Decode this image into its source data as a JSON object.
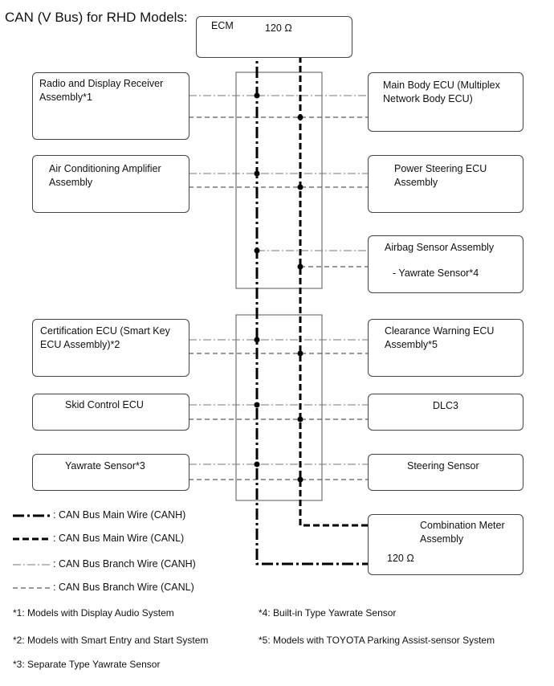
{
  "title": "CAN (V Bus) for RHD Models:",
  "ecm": {
    "label": "ECM",
    "resistor": "120 Ω"
  },
  "left_units": [
    {
      "line1": "Radio and Display Receiver",
      "line2": "Assembly*1"
    },
    {
      "line1": "Air Conditioning Amplifier",
      "line2": "Assembly"
    },
    {
      "line1": "Certification ECU (Smart Key",
      "line2": "ECU Assembly)*2"
    },
    {
      "line1": "Skid Control ECU",
      "line2": ""
    },
    {
      "line1": "Yawrate Sensor*3",
      "line2": ""
    }
  ],
  "right_units": [
    {
      "line1": "Main Body ECU (Multiplex",
      "line2": "Network Body ECU)"
    },
    {
      "line1": "Power Steering ECU",
      "line2": "Assembly"
    },
    {
      "line1": "Airbag Sensor Assembly",
      "line2": "- Yawrate Sensor*4"
    },
    {
      "line1": "Clearance Warning ECU",
      "line2": "Assembly*5"
    },
    {
      "line1": "DLC3",
      "line2": ""
    },
    {
      "line1": "Steering Sensor",
      "line2": ""
    }
  ],
  "meter": {
    "line1": "Combination Meter",
    "line2": "Assembly",
    "resistor": "120 Ω"
  },
  "legend": [
    ": CAN Bus Main Wire (CANH)",
    ": CAN Bus Main Wire (CANL)",
    ": CAN Bus Branch Wire (CANH)",
    ": CAN Bus Branch Wire (CANL)"
  ],
  "notes": [
    "*1: Models with Display Audio System",
    "*2: Models with Smart Entry and Start System",
    "*3: Separate Type Yawrate Sensor",
    "*4: Built-in Type Yawrate Sensor",
    "*5: Models with TOYOTA Parking Assist-sensor System"
  ]
}
